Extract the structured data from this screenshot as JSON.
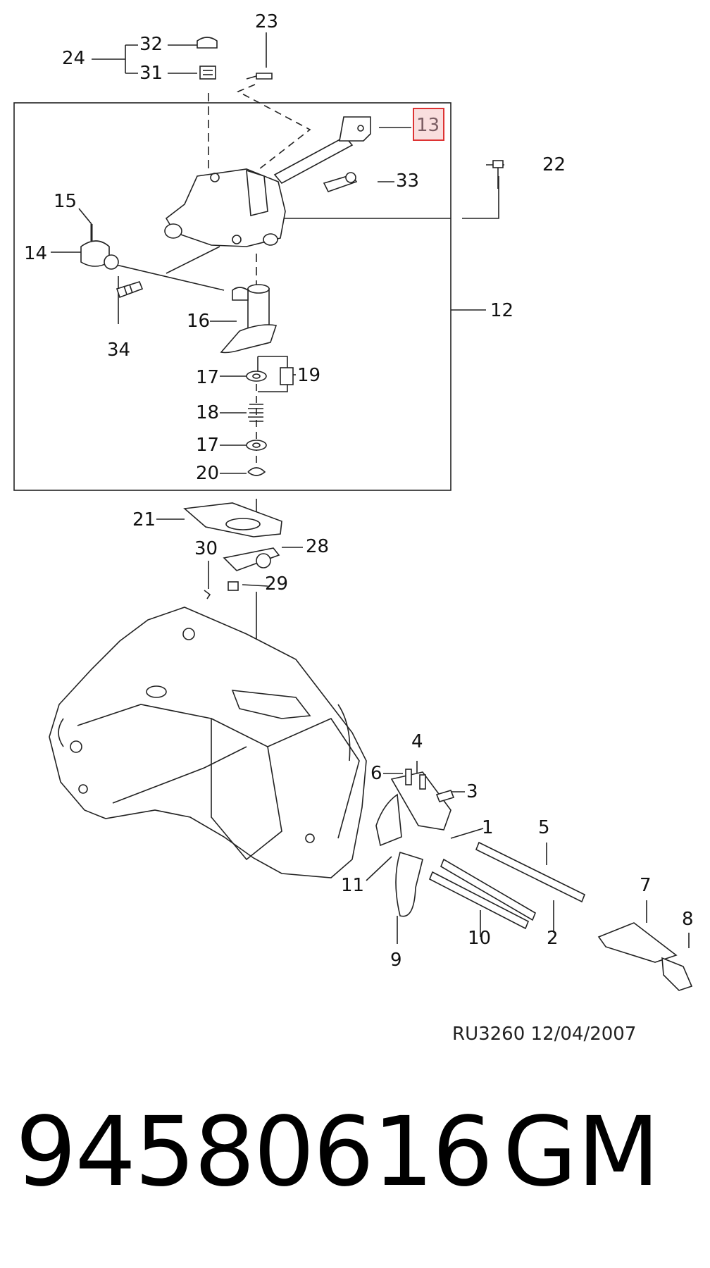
{
  "callouts": {
    "c1": "1",
    "c2": "2",
    "c3": "3",
    "c4": "4",
    "c5": "5",
    "c6": "6",
    "c7": "7",
    "c8": "8",
    "c9": "9",
    "c10": "10",
    "c11": "11",
    "c12": "12",
    "c13": "13",
    "c14": "14",
    "c15": "15",
    "c16": "16",
    "c17a": "17",
    "c17b": "17",
    "c18": "18",
    "c19": "19",
    "c20": "20",
    "c21": "21",
    "c22": "22",
    "c23": "23",
    "c24": "24",
    "c28": "28",
    "c29": "29",
    "c30": "30",
    "c31": "31",
    "c32": "32",
    "c33": "33",
    "c34": "34"
  },
  "reference": "RU3260  12/04/2007",
  "part_number": "94580616",
  "brand": "GM",
  "colors": {
    "highlight_border": "#dd3333",
    "highlight_fill": "#f9dede",
    "line": "#222222"
  }
}
